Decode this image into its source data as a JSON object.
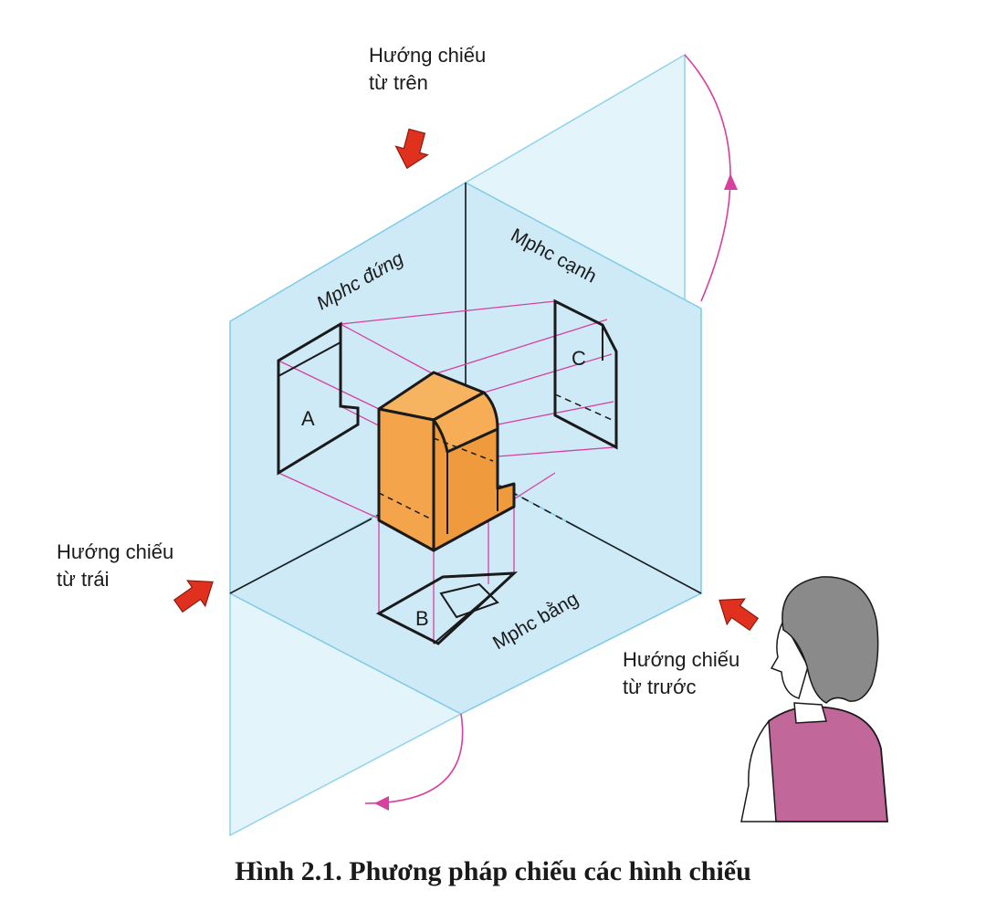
{
  "labels": {
    "top_direction": [
      "Hướng chiếu",
      "từ trên"
    ],
    "left_direction": [
      "Hướng chiếu",
      "từ trái"
    ],
    "front_direction": [
      "Hướng chiếu",
      "từ trước"
    ],
    "front_plane": "Mphc đứng",
    "side_plane": "Mphc cạnh",
    "horizontal_plane": "Mphc bằng",
    "view_a": "A",
    "view_b": "B",
    "view_c": "C"
  },
  "caption": "Hình 2.1. Phương pháp chiếu các hình chiếu",
  "colors": {
    "plane_fill": "#cfeaf7",
    "plane_edge": "#7fcbe8",
    "object_fill": "#f4a44a",
    "projection_line": "#d6409f",
    "arrow_red": "#e0301e",
    "person_hair": "#8a8a8a",
    "person_shirt": "#c2679a"
  }
}
